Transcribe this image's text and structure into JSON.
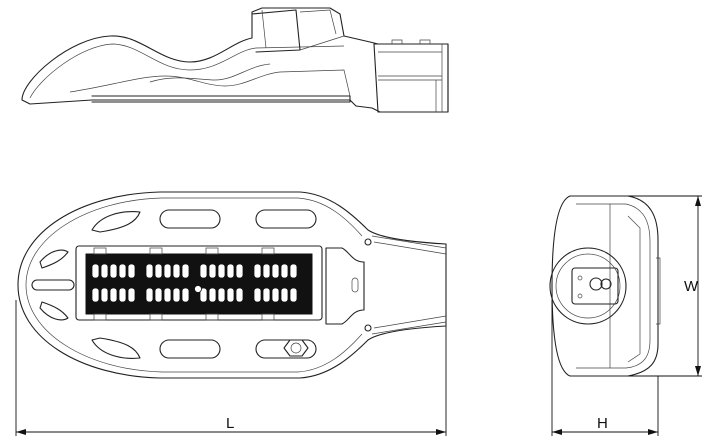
{
  "dimensions": {
    "length_label": "L",
    "height_label": "H",
    "width_label": "W"
  },
  "colors": {
    "line": "#222222",
    "background": "#ffffff"
  }
}
